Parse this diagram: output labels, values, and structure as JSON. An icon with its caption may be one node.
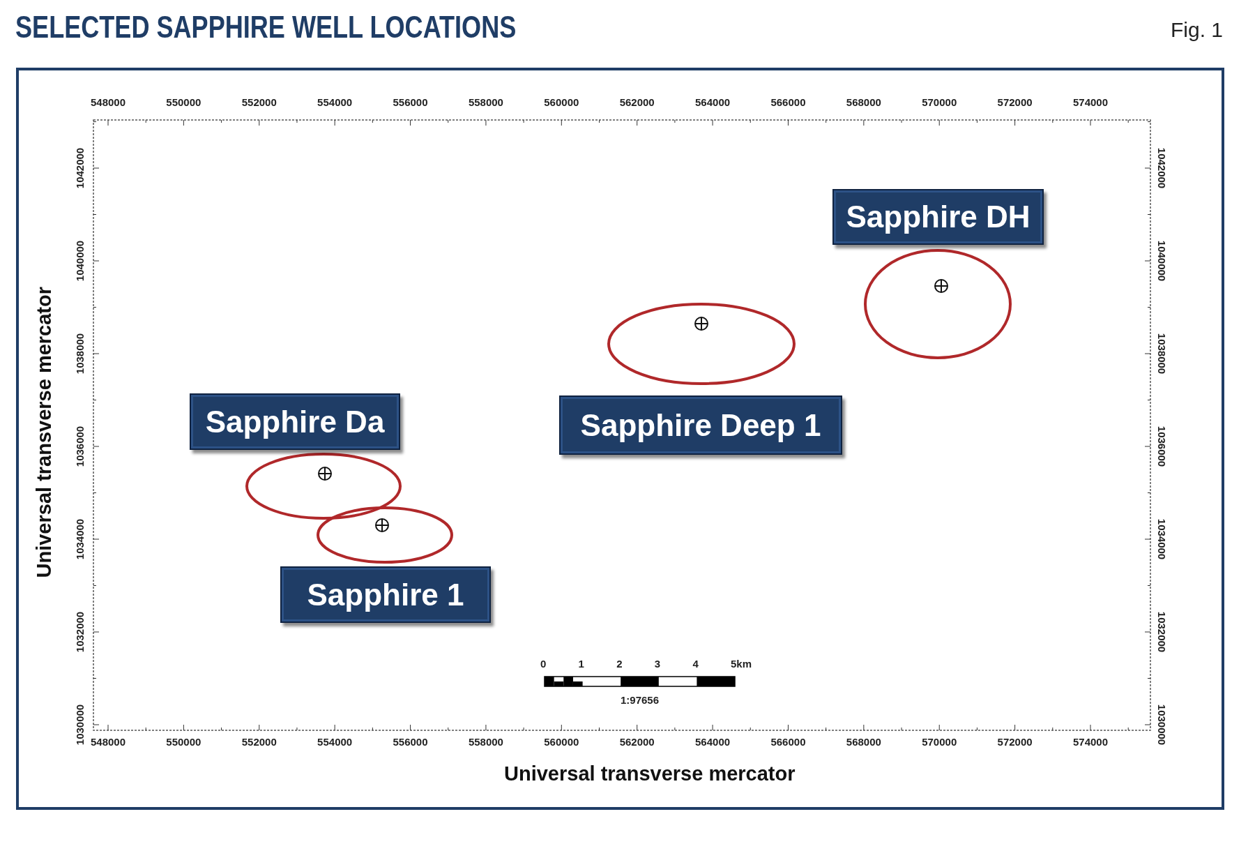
{
  "diagram": {
    "title": "SELECTED SAPPHIRE WELL LOCATIONS",
    "nodes": [
      {
        "text": [
          "Sapphire DH"
        ]
      },
      {
        "text": [
          "Sapphire Da"
        ]
      },
      {
        "text": [
          "Sapphire Deep 1"
        ]
      },
      {
        "text": [
          "Sapphire 1"
        ]
      }
    ],
    "labels": [
      "Fig. 1",
      "548000",
      "550000",
      "552000",
      "554000",
      "556000",
      "558000",
      "560000",
      "562000",
      "564000",
      "566000",
      "568000",
      "570000",
      "572000",
      "574000",
      "1042000",
      "1040000",
      "1038000",
      "1036000",
      "1034000",
      "1032000",
      "1030000",
      "1042000",
      "1040000",
      "1038000",
      "1036000",
      "1034000",
      "1032000",
      "1030000",
      "0",
      "1",
      "2",
      "3",
      "4",
      "5km",
      "1:97656",
      "548000",
      "550000",
      "552000",
      "554000",
      "556000",
      "558000",
      "560000",
      "562000",
      "564000",
      "566000",
      "568000",
      "570000",
      "572000",
      "574000",
      "Universal transverse mercator",
      "Universal transverse mercator"
    ]
  }
}
